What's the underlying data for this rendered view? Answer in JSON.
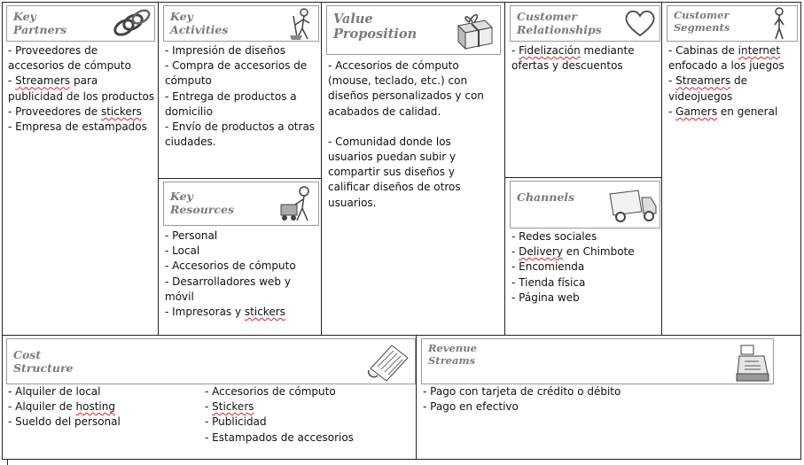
{
  "canvas": {
    "key_partners": {
      "title": [
        "Key",
        "Partners"
      ],
      "icon": "chain-links-icon",
      "items": [
        [
          "- Proveedores de accesorios de cómputo"
        ],
        [
          "- ",
          {
            "t": "Streamers",
            "s": true
          },
          " para publicidad de los productos"
        ],
        [
          "- Proveedores de ",
          {
            "t": "stickers",
            "s": true
          }
        ],
        [
          "- Empresa de estampados"
        ]
      ]
    },
    "key_activities": {
      "title": [
        "Key",
        "Activities"
      ],
      "icon": "worker-sweeping-icon",
      "items": [
        [
          "- Impresión de diseños"
        ],
        [
          "- Compra de accesorios de cómputo"
        ],
        [
          "- Entrega de productos a domicilio"
        ],
        [
          "- Envío de productos a otras ciudades."
        ]
      ]
    },
    "key_resources": {
      "title": [
        "Key",
        "Resources"
      ],
      "icon": "worker-cart-icon",
      "items": [
        [
          "- Personal"
        ],
        [
          "- Local"
        ],
        [
          "- Accesorios de cómputo"
        ],
        [
          "- Desarrolladores web y móvil"
        ],
        [
          "- Impresoras y ",
          {
            "t": "stickers",
            "s": true
          }
        ]
      ]
    },
    "value_proposition": {
      "title": [
        "Value",
        "Proposition"
      ],
      "icon": "gift-box-icon",
      "paragraphs": [
        "- Accesorios de cómputo (mouse, teclado, etc.) con diseños personalizados y con acabados de calidad.",
        "- Comunidad donde los usuarios puedan subir y compartir sus diseños y calificar diseños de otros usuarios."
      ]
    },
    "customer_relationships": {
      "title": [
        "Customer",
        "Relationships"
      ],
      "icon": "heart-icon",
      "items": [
        [
          "- ",
          {
            "t": "Fidelización",
            "s": true
          },
          " mediante ofertas y descuentos"
        ]
      ]
    },
    "channels": {
      "title": [
        "Channels"
      ],
      "icon": "delivery-truck-icon",
      "items": [
        [
          "- Redes sociales"
        ],
        [
          "- ",
          {
            "t": "Delivery",
            "s": true
          },
          " en Chimbote"
        ],
        [
          "- Encomienda"
        ],
        [
          "- Tienda física"
        ],
        [
          "- Página web"
        ]
      ]
    },
    "customer_segments": {
      "title": [
        "Customer",
        "Segments"
      ],
      "icon": "standing-person-icon",
      "items": [
        [
          "- Cabinas de ",
          {
            "t": "internet",
            "s": true
          },
          " enfocado a los juegos"
        ],
        [
          "- ",
          {
            "t": "Streamers",
            "s": true
          },
          " de videojuegos"
        ],
        [
          "- ",
          {
            "t": "Gamers",
            "s": true
          },
          " en general"
        ]
      ]
    },
    "cost_structure": {
      "title": [
        "Cost",
        "Structure"
      ],
      "icon": "receipt-paper-icon",
      "col1": [
        [
          "- Alquiler de local"
        ],
        [
          "- Alquiler de ",
          {
            "t": "hosting",
            "s": true
          }
        ],
        [
          "- Sueldo del personal"
        ]
      ],
      "col2": [
        [
          "- Accesorios de cómputo"
        ],
        [
          "- ",
          {
            "t": "Stickers",
            "s": true
          }
        ],
        [
          "- Publicidad"
        ],
        [
          "- Estampados de accesorios"
        ]
      ]
    },
    "revenue_streams": {
      "title": [
        "Revenue",
        "Streams"
      ],
      "icon": "cash-register-icon",
      "items": [
        [
          "- Pago con tarjeta de crédito o débito"
        ],
        [
          "- Pago en efectivo"
        ]
      ]
    }
  }
}
